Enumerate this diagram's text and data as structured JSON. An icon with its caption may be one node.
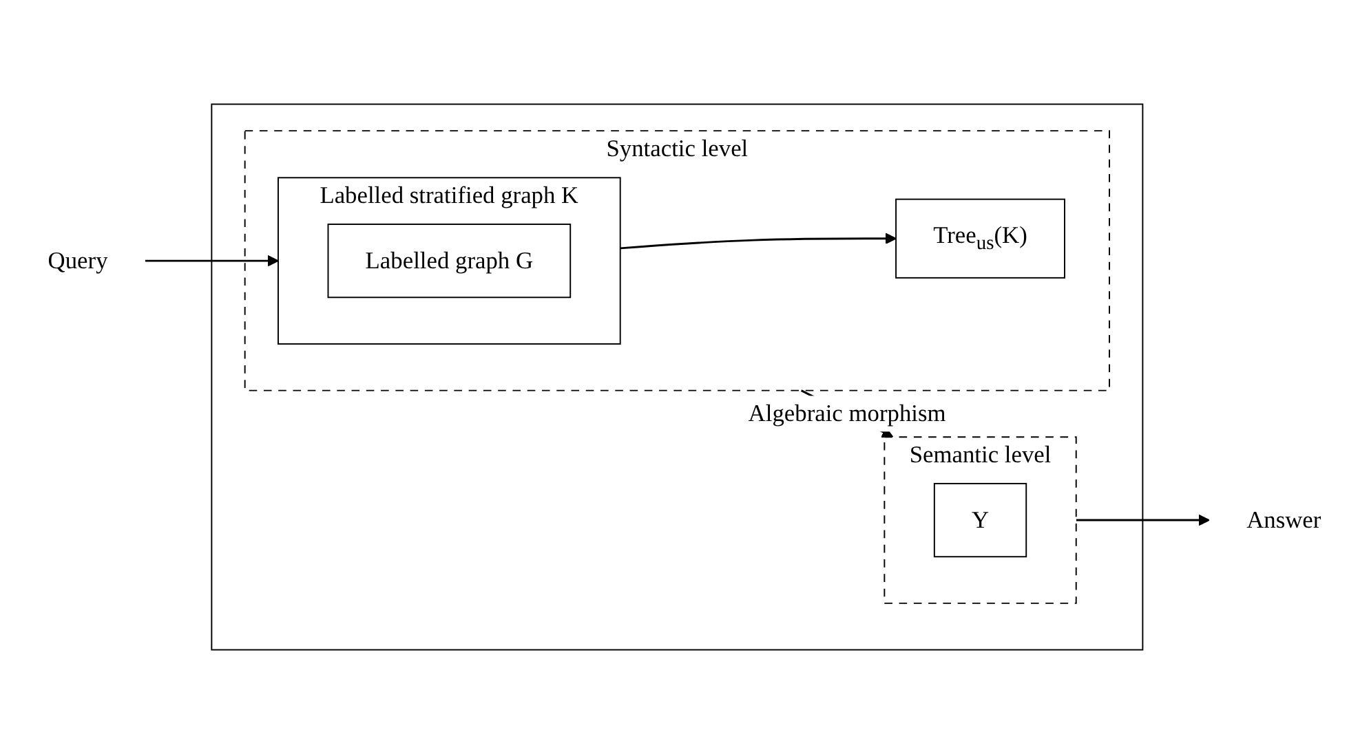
{
  "diagram": {
    "nodes": [
      {
        "text": [
          "Query"
        ]
      },
      {
        "text": [],
        "shape": "box"
      },
      {
        "text": [
          "Syntactic level"
        ],
        "in": 1
      },
      {
        "text": [
          "Labelled stratified graph K"
        ],
        "in": 2
      },
      {
        "text": [
          "Labelled graph G"
        ],
        "in": 3
      },
      {
        "text": [
          "Tree$_{us}$(K)"
        ],
        "in": 2
      },
      {
        "text": [
          "Semantic level"
        ],
        "in": 1
      },
      {
        "text": [
          "Y"
        ],
        "in": 6
      },
      {
        "text": [
          "Answer"
        ]
      }
    ],
    "edges": [
      {
        "from": 0,
        "to": 3,
        "arrow": "to"
      },
      {
        "from": 3,
        "to": 5,
        "arrow": "to"
      },
      {
        "from": 2,
        "to": 6,
        "arrow": "to",
        "label": "Algebraic morphism"
      },
      {
        "from": 6,
        "to": 8,
        "arrow": "to"
      }
    ]
  }
}
